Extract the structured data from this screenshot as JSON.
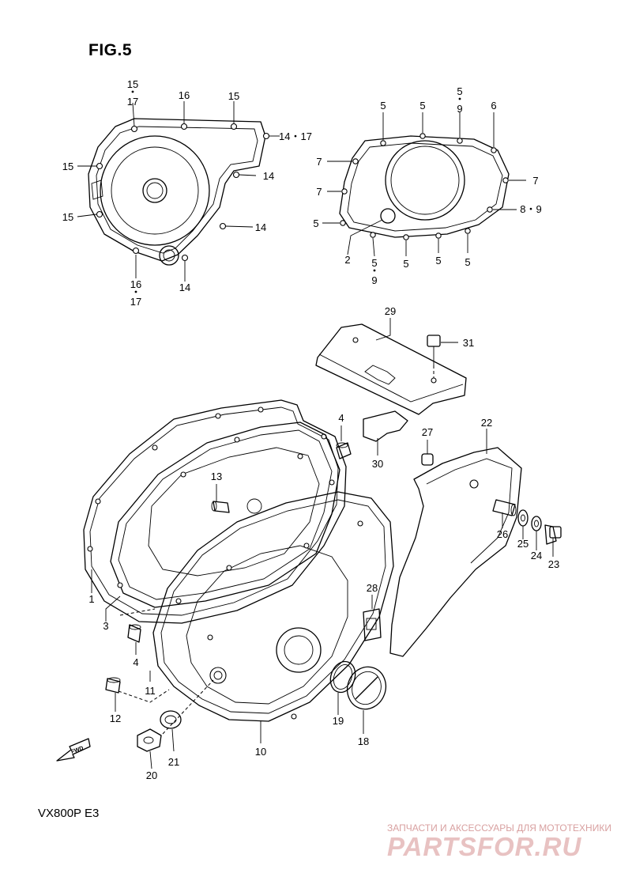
{
  "figure": {
    "title": "FIG.5",
    "model": "VX800P  E3",
    "fwd_marker": "FWD"
  },
  "callouts": [
    {
      "id": "c15a",
      "lines": [
        "15",
        "17"
      ],
      "dot": true
    },
    {
      "id": "c16a",
      "lines": [
        "16"
      ]
    },
    {
      "id": "c15b",
      "lines": [
        "15"
      ]
    },
    {
      "id": "c1417a",
      "lines": [
        "14・17"
      ]
    },
    {
      "id": "c15c",
      "lines": [
        "15"
      ]
    },
    {
      "id": "c14a",
      "lines": [
        "14"
      ]
    },
    {
      "id": "c15d",
      "lines": [
        "15"
      ]
    },
    {
      "id": "c14b",
      "lines": [
        "14"
      ]
    },
    {
      "id": "c1617",
      "lines": [
        "16",
        "17"
      ],
      "dot": true
    },
    {
      "id": "c14c",
      "lines": [
        "14"
      ]
    },
    {
      "id": "c5a",
      "lines": [
        "5"
      ]
    },
    {
      "id": "c5b",
      "lines": [
        "5"
      ]
    },
    {
      "id": "c59a",
      "lines": [
        "5",
        "9"
      ],
      "dot": true
    },
    {
      "id": "c6",
      "lines": [
        "6"
      ]
    },
    {
      "id": "c7a",
      "lines": [
        "7"
      ]
    },
    {
      "id": "c7b",
      "lines": [
        "7"
      ]
    },
    {
      "id": "c7c",
      "lines": [
        "7"
      ]
    },
    {
      "id": "c89",
      "lines": [
        "8・9"
      ]
    },
    {
      "id": "c5c",
      "lines": [
        "5"
      ]
    },
    {
      "id": "c2",
      "lines": [
        "2"
      ]
    },
    {
      "id": "c59b",
      "lines": [
        "5",
        "9"
      ],
      "dot": true
    },
    {
      "id": "c5d",
      "lines": [
        "5"
      ]
    },
    {
      "id": "c5e",
      "lines": [
        "5"
      ]
    },
    {
      "id": "c5f",
      "lines": [
        "5"
      ]
    },
    {
      "id": "c29",
      "lines": [
        "29"
      ]
    },
    {
      "id": "c31",
      "lines": [
        "31"
      ]
    },
    {
      "id": "c4a",
      "lines": [
        "4"
      ]
    },
    {
      "id": "c30",
      "lines": [
        "30"
      ]
    },
    {
      "id": "c27",
      "lines": [
        "27"
      ]
    },
    {
      "id": "c22",
      "lines": [
        "22"
      ]
    },
    {
      "id": "c13",
      "lines": [
        "13"
      ]
    },
    {
      "id": "c26",
      "lines": [
        "26"
      ]
    },
    {
      "id": "c25",
      "lines": [
        "25"
      ]
    },
    {
      "id": "c24",
      "lines": [
        "24"
      ]
    },
    {
      "id": "c23",
      "lines": [
        "23"
      ]
    },
    {
      "id": "c1",
      "lines": [
        "1"
      ]
    },
    {
      "id": "c28",
      "lines": [
        "28"
      ]
    },
    {
      "id": "c3",
      "lines": [
        "3"
      ]
    },
    {
      "id": "c4b",
      "lines": [
        "4"
      ]
    },
    {
      "id": "c11",
      "lines": [
        "11"
      ]
    },
    {
      "id": "c12",
      "lines": [
        "12"
      ]
    },
    {
      "id": "c19",
      "lines": [
        "19"
      ]
    },
    {
      "id": "c10",
      "lines": [
        "10"
      ]
    },
    {
      "id": "c18",
      "lines": [
        "18"
      ]
    },
    {
      "id": "c21",
      "lines": [
        "21"
      ]
    },
    {
      "id": "c20",
      "lines": [
        "20"
      ]
    }
  ],
  "watermark": {
    "tagline": "ЗАПЧАСТИ И АКСЕССУАРЫ ДЛЯ МОТОТЕХНИКИ",
    "logo": "PARTSFOR.RU"
  }
}
